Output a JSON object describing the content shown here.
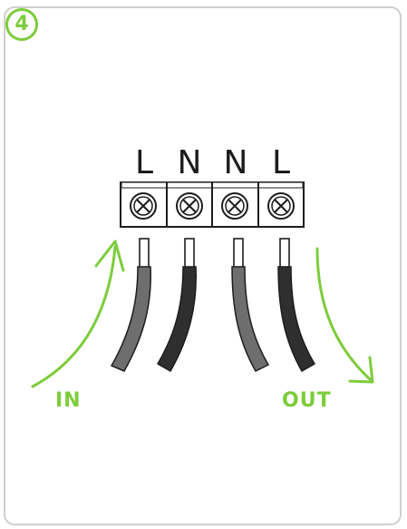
{
  "step": {
    "number": "4"
  },
  "terminal_block": {
    "labels": [
      "L",
      "N",
      "N",
      "L"
    ]
  },
  "flow": {
    "in_label": "IN",
    "out_label": "OUT"
  },
  "colors": {
    "accent": "#7dcc3c",
    "wire_live": "#6e6e6e",
    "wire_neutral": "#2f2f2f",
    "outline": "#1d1d1d",
    "card_border": "#cfcfcf"
  }
}
